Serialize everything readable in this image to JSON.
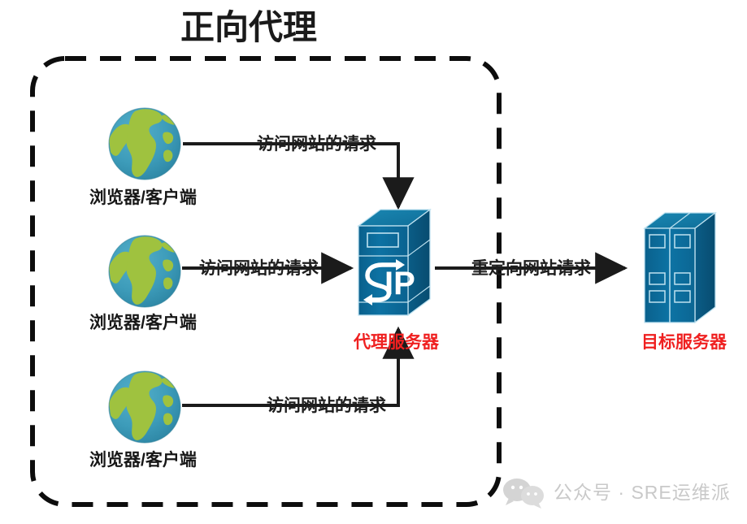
{
  "diagram": {
    "title": "正向代理",
    "boundary_label": "",
    "clients": [
      {
        "icon": "globe-icon",
        "label": "浏览器/客户端",
        "request_label": "访问网站的请求"
      },
      {
        "icon": "globe-icon",
        "label": "浏览器/客户端",
        "request_label": "访问网站的请求"
      },
      {
        "icon": "globe-icon",
        "label": "浏览器/客户端",
        "request_label": "访问网站的请求"
      }
    ],
    "proxy": {
      "icon": "proxy-server-icon",
      "badge_text": "IP",
      "label": "代理服务器",
      "label_color": "#ef2020"
    },
    "redirect_edge": {
      "label": "重定向网站请求"
    },
    "target": {
      "icon": "target-server-icon",
      "label": "目标服务器",
      "label_color": "#ef2020"
    },
    "watermark": {
      "icon": "wechat-icon",
      "text": "公众号 · SRE运维派"
    },
    "colors": {
      "server_front": "#0b6d9c",
      "server_top": "#1580ab",
      "server_side": "#0a5madeup",
      "globe_ocean": "#3d9cba",
      "globe_land": "#9fc23f",
      "line": "#1b1b1b",
      "red_label": "#ef2020",
      "watermark_gray": "#c9c9c9"
    }
  }
}
